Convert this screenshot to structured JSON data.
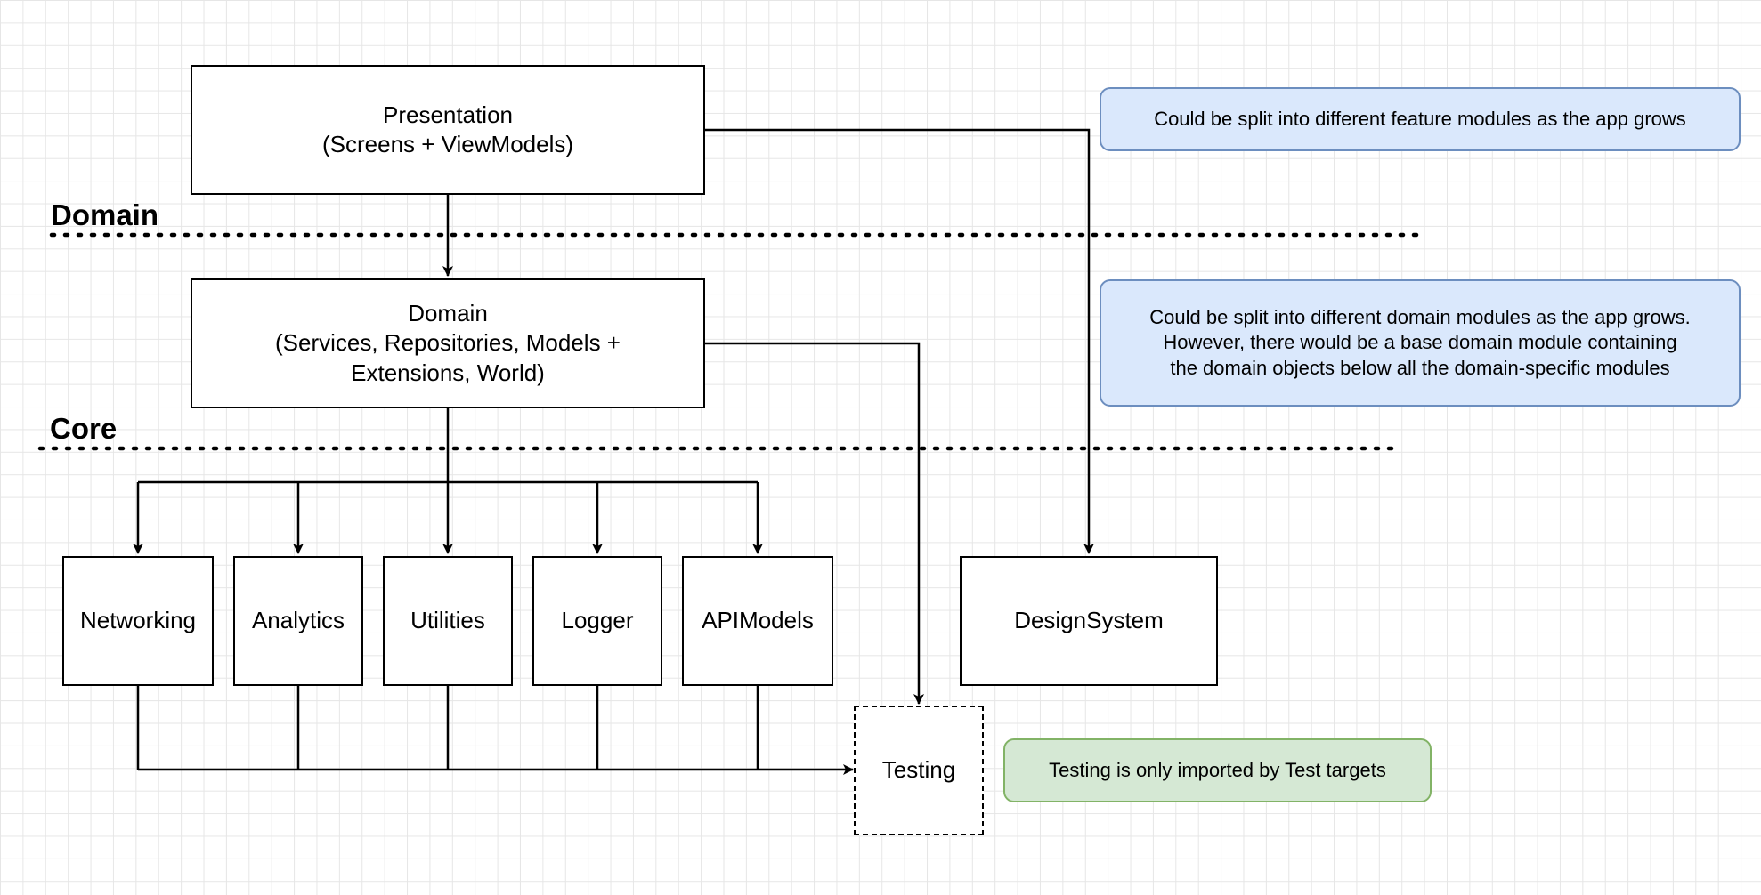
{
  "layers": {
    "domain_label": "Domain",
    "core_label": "Core"
  },
  "nodes": {
    "presentation": "Presentation\n(Screens + ViewModels)",
    "domain": "Domain\n(Services, Repositories, Models +\nExtensions, World)",
    "networking": "Networking",
    "analytics": "Analytics",
    "utilities": "Utilities",
    "logger": "Logger",
    "apimodels": "APIModels",
    "designsystem": "DesignSystem",
    "testing": "Testing"
  },
  "notes": {
    "presentation_note": "Could be split into different feature modules as the app grows",
    "domain_note": "Could be split into different domain modules as the app grows.\nHowever, there would be a base domain module containing\nthe domain objects below all the domain-specific modules",
    "testing_note": "Testing is only imported by Test targets"
  },
  "colors": {
    "note_blue_fill": "#dae8fc",
    "note_blue_stroke": "#6c8ebf",
    "note_green_fill": "#d5e8d4",
    "note_green_stroke": "#82b366",
    "edge": "#000000",
    "grid": "#e6e6e6"
  }
}
